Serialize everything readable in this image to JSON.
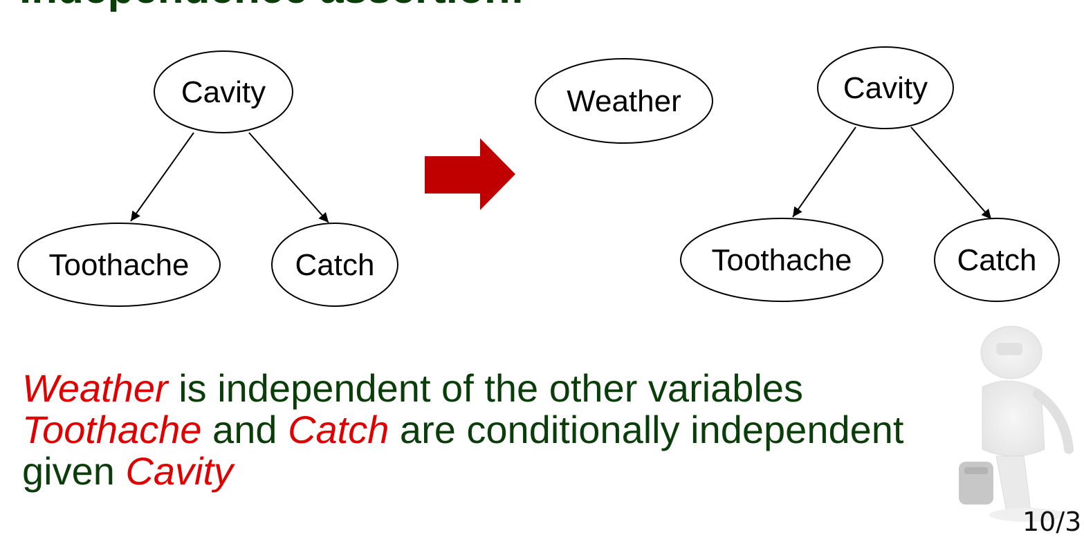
{
  "slide": {
    "title": "Independence assertion:",
    "page_number": "10/3"
  },
  "left_network": {
    "nodes": {
      "cavity": "Cavity",
      "toothache": "Toothache",
      "catch": "Catch"
    }
  },
  "right_network": {
    "nodes": {
      "weather": "Weather",
      "cavity": "Cavity",
      "toothache": "Toothache",
      "catch": "Catch"
    }
  },
  "arrow_color": "#c00000",
  "text": {
    "line1": {
      "var": "Weather",
      "rest": " is independent of the other variables"
    },
    "line2": {
      "var1": "Toothache",
      "mid": " and ",
      "var2": "Catch",
      "rest": " are conditionally independent"
    },
    "line3": {
      "prefix": "given ",
      "var": "Cavity"
    }
  },
  "colors": {
    "variable": "#e00000",
    "body_text": "#0b3d0b"
  }
}
